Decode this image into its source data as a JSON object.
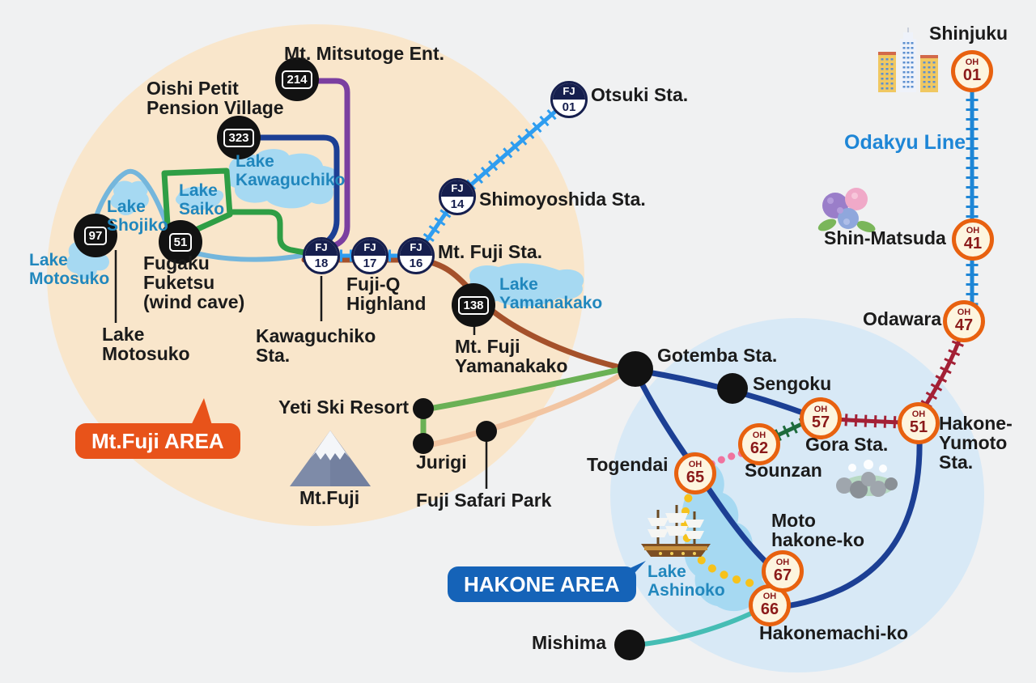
{
  "area_badges": {
    "fuji_label": "Mt.Fuji AREA",
    "hakone_label": "HAKONE AREA"
  },
  "line_labels": {
    "odakyu": "Odakyu Line"
  },
  "fj_line": {
    "code": "FJ",
    "stations": [
      {
        "num": "01",
        "label": "Otsuki Sta."
      },
      {
        "num": "14",
        "label": "Shimoyoshida Sta."
      },
      {
        "num": "16",
        "label": "Mt. Fuji Sta."
      },
      {
        "num": "17",
        "label": "Fuji-Q\nHighland"
      },
      {
        "num": "18",
        "label": "Kawaguchiko\nSta."
      }
    ]
  },
  "oh_line": {
    "code": "OH",
    "stations": [
      {
        "num": "01",
        "label": "Shinjuku"
      },
      {
        "num": "41",
        "label": "Shin-Matsuda"
      },
      {
        "num": "47",
        "label": "Odawara"
      },
      {
        "num": "51",
        "label": "Hakone-\nYumoto\nSta."
      },
      {
        "num": "57",
        "label": "Gora Sta."
      },
      {
        "num": "62",
        "label": "Sounzan"
      },
      {
        "num": "65",
        "label": "Togendai"
      },
      {
        "num": "66",
        "label": "Hakonemachi-ko"
      },
      {
        "num": "67",
        "label": "Moto\nhakone-ko"
      }
    ]
  },
  "bus_stops": [
    {
      "num": "214",
      "label": "Mt. Mitsutoge Ent."
    },
    {
      "num": "323",
      "label": "Oishi Petit\nPension Village"
    },
    {
      "num": "97",
      "label": "Lake\nMotosuko"
    },
    {
      "num": "51",
      "label": "Fugaku\nFuketsu\n(wind cave)"
    },
    {
      "num": "138",
      "label": "Mt. Fuji\nYamanakako"
    }
  ],
  "spots": [
    {
      "label": "Gotemba Sta."
    },
    {
      "label": "Sengoku"
    },
    {
      "label": "Yeti Ski Resort"
    },
    {
      "label": "Jurigi"
    },
    {
      "label": "Fuji Safari Park"
    },
    {
      "label": "Mishima"
    }
  ],
  "lakes": [
    {
      "label": "Lake\nKawaguchiko"
    },
    {
      "label": "Lake\nSaiko"
    },
    {
      "label": "Lake\nShojiko"
    },
    {
      "label": "Lake\nMotosuko"
    },
    {
      "label": "Lake\nYamanakako"
    },
    {
      "label": "Lake\nAshinoko"
    }
  ],
  "landmarks": {
    "mt_fuji": "Mt.Fuji"
  },
  "icons": {
    "mt_fuji": "mount-fuji-icon",
    "ship": "pirate-ship-icon",
    "buildings": "city-buildings-icon",
    "flowers": "hydrangea-icon",
    "onsen": "hot-spring-icon"
  },
  "colors": {
    "fuji_area_fill": "#f9e6cb",
    "hakone_area_fill": "#d8e9f6",
    "lake_fill": "#a6d9f2",
    "fujikyuko_blue": "#2e9df0",
    "odakyu_blue": "#1e86d6",
    "hakone_tozan_red": "#a32035",
    "cablecar_green": "#1e6b3c",
    "ropeway_pink": "#f0739e",
    "ship_route_yellow": "#f6c21b",
    "navy_bus": "#1c3f94",
    "brown_bus": "#a5512b",
    "purple_bus": "#7b3fa0",
    "saiko_green": "#2f9e45",
    "yeti_green": "#6ab155",
    "peach_bus": "#f2c5a2",
    "teal_bus": "#45bdb4",
    "lightblue_bus": "#74b6dc",
    "fuji_callout": "#e8531a",
    "hakone_callout": "#1563b8"
  }
}
